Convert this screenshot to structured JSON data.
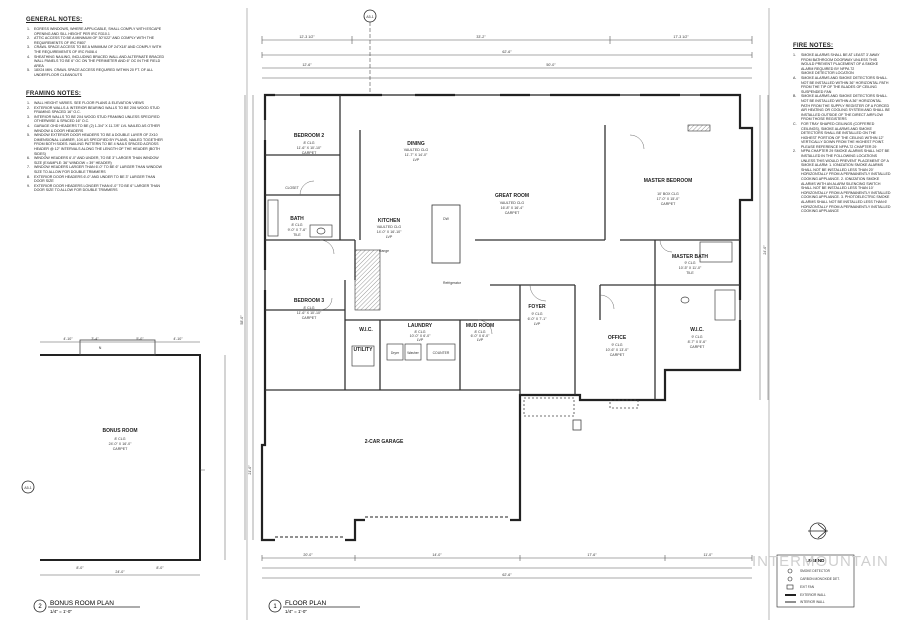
{
  "general_notes": {
    "title": "GENERAL NOTES:",
    "items": [
      {
        "num": "1.",
        "text": "EGRESS WINDOWS, WHERE APPLICABLE, SHALL COMPLY WITH ESCAPE OPENING AND SILL HEIGHT PER IRC R310.1"
      },
      {
        "num": "2.",
        "text": "ATTIC ACCESS TO BE A MINIMUM OF 30\"X22\" AND COMPLY WITH THE REQUIREMENTS OF IRC R807"
      },
      {
        "num": "3.",
        "text": "CRAWL SPACE ACCESS TO BE A MINIMUM OF 24\"X18\" AND COMPLY WITH THE REQUIREMENTS OF IRC R408.4"
      },
      {
        "num": "4.",
        "text": "SHEATHING NAILING, INCLUDING BRACED WALL AND ALTERNATE BRACED WALL PANELS TO BE 6\" OC ON THE PERIMETER AND 6\" OC IN THE FIELD AREA"
      },
      {
        "num": "5.",
        "text": "18X24 MIN. CRAWL SPACE ACCESS REQUIRED WITHIN 20 FT. OF ALL UNDERFLOOR CLEANOUTS"
      }
    ]
  },
  "framing_notes": {
    "title": "FRAMING NOTES:",
    "items": [
      {
        "num": "1.",
        "text": "WALL HEIGHT VARIES. SEE FLOOR PLANS & ELEVATION VIEWS"
      },
      {
        "num": "2.",
        "text": "EXTERIOR WALLS & INTERIOR BEARING WALLS TO BE 2X6 WOOD STUD FRAMING SPACED 16\" O.C."
      },
      {
        "num": "3.",
        "text": "INTERIOR WALLS TO BE 2X4 WOOD STUD FRAMING UNLESS SPECIFIED OTHERWISE & SPACED 16\" O.C."
      },
      {
        "num": "4.",
        "text": "GARAGE OHD HEADERS TO BE (2) 1-3/4\" X 11-7/8\" LVL NAILED AS OTHER WINDOW & DOOR HEADERS"
      },
      {
        "num": "5.",
        "text": "WINDOW EXTERIOR DOOR HEADERS TO BE A DOUBLE LAYER OF 2X10 DIMENSIONAL LUMBER, 10X AS SPECIFIED BY PLANS, NAILED TOGETHER FROM BOTH SIDES. NAILING PATTERN TO BE 4 NAILS SPACED ACROSS HEADER @ 12\" INTERVALS ALONG THE LENGTH OF THE HEADER (BOTH SIDES)"
      },
      {
        "num": "6.",
        "text": "WINDOW HEADERS 6'-0\" AND UNDER, TO BE 3\" LARGER THAN WINDOW SIZE (EXAMPLE: 36\" WINDOW = 39\" HEADER)"
      },
      {
        "num": "7.",
        "text": "WINDOW HEADERS LARGER THAN 6'-0\" TO BE 6\" LARGER THAN WINDOW SIZE TO ALLOW FOR DOUBLE TRIMMERS"
      },
      {
        "num": "8.",
        "text": "EXTERIOR DOOR HEADERS 6'-0\" AND UNDER TO BE 3\" LARGER THAN DOOR SIZE"
      },
      {
        "num": "9.",
        "text": "EXTERIOR DOOR HEADERS LONGER THAN 6'-0\" TO BE 6\" LARGER THAN DOOR SIZE TO ALLOW FOR DOUBLE TRIMMERS"
      }
    ]
  },
  "fire_notes": {
    "title": "FIRE NOTES:",
    "items": [
      {
        "num": "1.",
        "text": "SMOKE ALARMS SHALL BE AT LEAST 3' AWAY FROM BATHROOM DOORWAY UNLESS THIS WOULD PREVENT PLACEMENT OF A SMOKE ALARM REQUIRED BY NFPA 72"
      },
      {
        "num": "",
        "text": "SMOKE DETECTOR LOCATION"
      },
      {
        "num": "A.",
        "text": "SMOKE ALARMS AND SMOKE DETECTORS SHALL NOT BE INSTALLED WITHIN 36\" HORIZONTAL PATH FROM THE TIP OF THE BLADES OF CEILING SUSPENDED FAN"
      },
      {
        "num": "B.",
        "text": "SMOKE ALARMS AND SMOKE DETECTORS SHALL NOT BE INSTALLED WITHIN A 36\" HORIZONTAL PATH FROM THE SUPPLY REGISTER OF A FORCED AIR HEATING OR COOLING SYSTEM AND SHALL BE INSTALLED OUTSIDE OF THE DIRECT AIRFLOW FROM THOSE REGISTERS"
      },
      {
        "num": "C.",
        "text": "FOR TRAY SHAPED CEILINGS (COFFERED CEILINGS), SMOKE ALARMS AND SMOKE DETECTORS SHALL BE INSTALLED ON THE HIGHEST PORTION OF THE CEILING WITHIN 12\" VERTICALLY DOWN FROM THE HIGHEST POINT. PLEASE REFERENCE NFPA 72 CHAPTER 29"
      },
      {
        "num": "2.",
        "text": "NFPA CHAPTER 29 SMOKE ALARMS SHALL NOT BE INSTALLED IN THE FOLLOWING LOCATIONS UNLESS THIS WOULD PREVENT PLACEMENT OF A SMOKE ALARM: 1. IONIZATION SMOKE ALARMS SHALL NOT BE INSTALLED LESS THAN 20' HORIZONTALLY FROM A PERMANENTLY INSTALLED COOKING APPLIANCE. 2. IONIZATION SMOKE ALARMS WITH AN ALARM SILENCING SWITCH SHALL NOT BE INSTALLED LESS THAN 10' HORIZONTALLY FROM A PERMANENTLY INSTALLED COOKING APPLIANCE. 3. PHOTOELECTRIC SMOKE ALARMS SHALL NOT BE INSTALLED LESS THAN 6' HORIZONTALLY FROM A PERMANENTLY INSTALLED COOKING APPLIANCE"
      }
    ]
  },
  "rooms": {
    "bedroom2": {
      "name": "BEDROOM 2",
      "clg": "8' CLG",
      "size": "11'-6\" X 10'-10\"",
      "floor": "CARPET"
    },
    "bath": {
      "name": "BATH",
      "clg": "8' CLG",
      "size": "9'-0\" X 7'-6\"",
      "floor": "TILE"
    },
    "bedroom3": {
      "name": "BEDROOM 3",
      "clg": "8' CLG",
      "size": "11'-6\" X 10'-10\"",
      "floor": "CARPET"
    },
    "wic_left": {
      "name": "W.I.C."
    },
    "laundry": {
      "name": "LAUNDRY",
      "clg": "8' CLG",
      "size": "10'-0\" X 6'-0\"",
      "floor": "LVP"
    },
    "utility": {
      "name": "UTILITY"
    },
    "mud_room": {
      "name": "MUD ROOM",
      "clg": "8' CLG",
      "size": "6'-0\" X 6'-0\"",
      "floor": "LVP"
    },
    "dining": {
      "name": "DINING",
      "clg": "VAULTED CLG",
      "size": "11'-7\" X 14'-0\"",
      "floor": "LVP"
    },
    "kitchen": {
      "name": "KITCHEN",
      "clg": "VAULTED CLG",
      "size": "14'-0\" X 16'-10\"",
      "floor": "LVP"
    },
    "great_room": {
      "name": "GREAT ROOM",
      "clg": "VAULTED CLG",
      "size": "16'-8\" X 16'-4\"",
      "floor": "CARPET"
    },
    "master_bedroom": {
      "name": "MASTER BEDROOM",
      "clg": "10' BOX CLG",
      "size": "17'-0\" X 15'-0\"",
      "floor": "CARPET"
    },
    "master_bath": {
      "name": "MASTER BATH",
      "clg": "9' CLG",
      "size": "10'-5\" X 11'-0\"",
      "floor": "TILE"
    },
    "foyer": {
      "name": "FOYER",
      "clg": "9' CLG",
      "size": "6'-0\" X 7'-1\"",
      "floor": "LVP"
    },
    "office": {
      "name": "OFFICE",
      "clg": "9' CLG",
      "size": "10'-6\" X 13'-0\"",
      "floor": "CARPET"
    },
    "wic_right": {
      "name": "W.I.C.",
      "clg": "9' CLG",
      "size": "8'-7\" X 5'-6\"",
      "floor": "CARPET"
    },
    "garage": {
      "name": "2-CAR GARAGE"
    },
    "bonus_room": {
      "name": "BONUS ROOM",
      "clg": "8' CLG",
      "size": "24'-0\" X 16'-0\"",
      "floor": "CARPET"
    }
  },
  "fixtures": {
    "refrigerator": "Refrigerator",
    "range": "Range",
    "dw": "DW",
    "dryer": "Dryer",
    "washer": "Washer",
    "counter": "COUNTER",
    "closet": "CLOSET"
  },
  "dimensions": {
    "top_total": "62'-6\"",
    "top_left": "12'-3 1/2\"",
    "top_mid": "33'-2\"",
    "top_right": "17'-3 1/2\"",
    "top_seg1": "12'-6\"",
    "top_seg2": "50'-0\"",
    "bottom_total": "62'-6\"",
    "bottom_a": "20'-0\"",
    "bottom_b": "14'-0\"",
    "bottom_c": "17'-6\"",
    "bottom_d": "11'-0\"",
    "left_total": "58'-0\"",
    "left_seg": "21'-0\"",
    "right_seg": "24'-0\"",
    "bonus_w": "24'-0\"",
    "bonus_a": "8'-0\"",
    "bonus_b": "8'-0\"",
    "bonus_c": "4'-10\"",
    "bonus_d": "3'-4\"",
    "bonus_e": "5'-0\"",
    "bonus_f": "4'-10\""
  },
  "plan_labels": {
    "floor_plan_num": "1",
    "floor_plan_title": "FLOOR PLAN",
    "floor_plan_scale": "1/4\" = 1'-0\"",
    "bonus_plan_num": "2",
    "bonus_plan_title": "BONUS ROOM PLAN",
    "bonus_plan_scale": "1/4\" = 1'-0\"",
    "section_ref_top": "A5-1",
    "section_ref_bonus": "A5-1",
    "north_letter": "N"
  },
  "legend": {
    "title": "LEGEND",
    "items": [
      "SMOKE DETECTOR",
      "CARBON MONOXIDE DET.",
      "EXIT FAN",
      "EXTERIOR WALL",
      "INTERIOR WALL"
    ]
  },
  "watermark": "INTERMOUNTAIN"
}
